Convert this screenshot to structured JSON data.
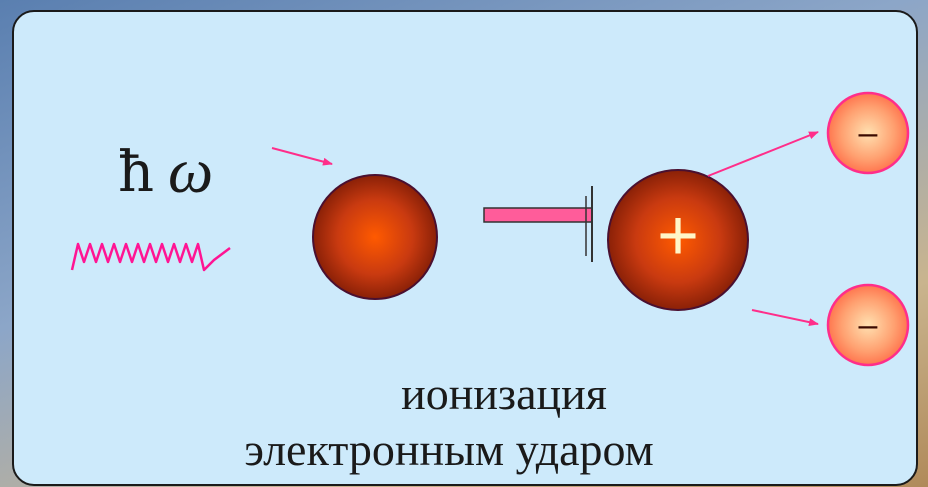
{
  "photon": {
    "symbol_hbar": "ħ",
    "symbol_omega": "ω",
    "wave_color": "#ff1493"
  },
  "atom": {
    "color_center": "#ff5a00",
    "color_edge": "#7a1a05"
  },
  "ion": {
    "charge_label": "+"
  },
  "electrons": [
    {
      "charge_label": "–"
    },
    {
      "charge_label": "–"
    }
  ],
  "caption": {
    "line1": "ионизация",
    "line2": "электронным ударом"
  },
  "colors": {
    "panel_bg": "#cdeafb",
    "arrow_pink": "#ff2e8a",
    "arrow_fill": "#ff5c9a",
    "electron_fill": "#ff9a78"
  }
}
